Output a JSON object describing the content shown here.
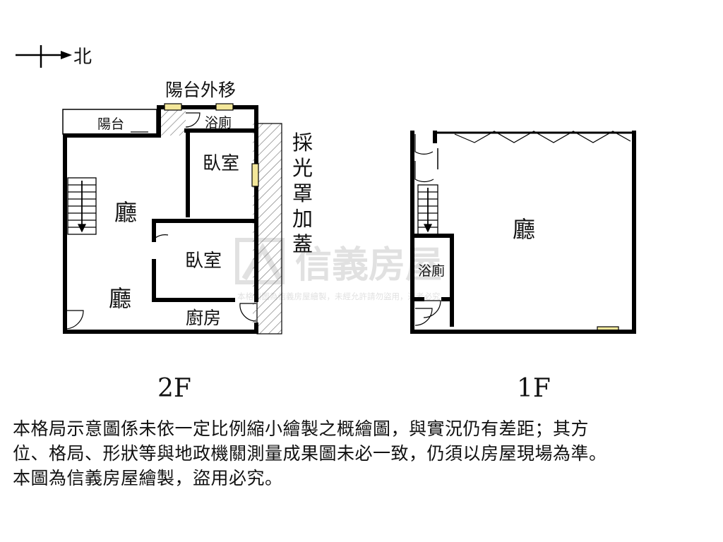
{
  "compass": {
    "label": "北"
  },
  "floors": {
    "second": {
      "caption": "2F",
      "rooms": {
        "balcony_relocated": "陽台外移",
        "balcony": "陽台",
        "bathroom": "浴廁",
        "bedroom_1": "臥室",
        "bedroom_2": "臥室",
        "living_upper": "廳",
        "living_lower": "廳",
        "kitchen": "廚房",
        "skylight_addition": "採光罩加蓋"
      }
    },
    "first": {
      "caption": "1F",
      "rooms": {
        "living": "廳",
        "bathroom": "浴廁"
      }
    }
  },
  "watermark": {
    "brand": "信義房屋",
    "notice": "本格局圖為信義房屋繪製，未經允許請勿盜用，違者必究"
  },
  "disclaimer": {
    "lines": [
      "本格局示意圖係未依一定比例縮小繪製之概繪圖，與實況仍有差距；其方",
      "位、格局、形狀等與地政機關測量成果圖未必一致，仍須以房屋現場為準。",
      "本圖為信義房屋繪製，盜用必究。"
    ]
  },
  "colors": {
    "wall": "#000000",
    "window": "#f3e79a",
    "watermark": "#c9c9c9"
  }
}
